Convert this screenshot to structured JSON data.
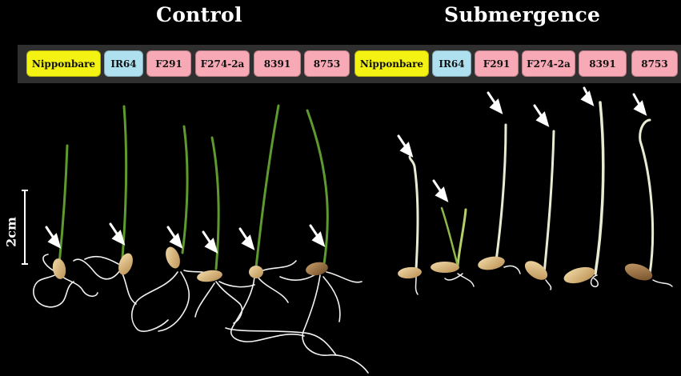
{
  "panels": {
    "control_title": "Control",
    "submergence_title": "Submergence"
  },
  "control_labels": [
    {
      "text": "Nipponbare",
      "kind": "nipponbare"
    },
    {
      "text": "IR64",
      "kind": "ir64"
    },
    {
      "text": "F291",
      "kind": "mutant"
    },
    {
      "text": "F274-2a",
      "kind": "mutant"
    },
    {
      "text": "8391",
      "kind": "mutant"
    },
    {
      "text": "8753",
      "kind": "mutant"
    }
  ],
  "submergence_labels": [
    {
      "text": "Nipponbare",
      "kind": "nipponbare"
    },
    {
      "text": "IR64",
      "kind": "ir64"
    },
    {
      "text": "F291",
      "kind": "mutant"
    },
    {
      "text": "F274-2a",
      "kind": "mutant"
    },
    {
      "text": "8391",
      "kind": "mutant"
    },
    {
      "text": "8753",
      "kind": "mutant"
    }
  ],
  "scale_bar": {
    "label": "2cm"
  },
  "colors": {
    "nipponbare": "#f4f212",
    "ir64": "#aee0f0",
    "mutant": "#f7aab6",
    "background": "#000000",
    "shoot_green": "#5e9a2e",
    "etiolated_shoot": "#e6ecd2",
    "root": "#f2f2f2",
    "seed": "#d9b98a",
    "arrow": "#ffffff"
  }
}
